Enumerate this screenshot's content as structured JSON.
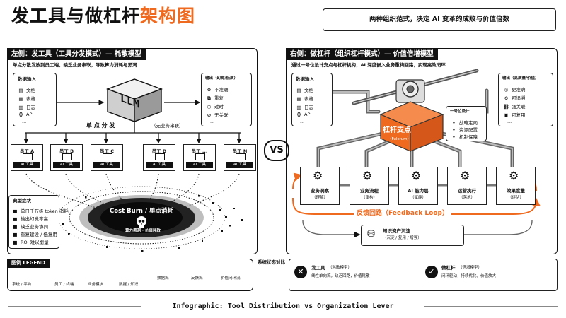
{
  "header": {
    "title_prefix": "发工具与做杠杆",
    "title_highlight": "架构图",
    "subtitle": "两种组织范式，决定 AI 变革的成败与价值倍数"
  },
  "left": {
    "header": "左侧：发工具（工具分发模式）— 耗散模型",
    "description": "单点分散发放到员工端，缺乏业务串联，导致算力消耗与黑洞",
    "input_title": "数据输入",
    "inputs": [
      "文档",
      "表格",
      "日志",
      "API"
    ],
    "input_more": "...",
    "llm_label": "LLM",
    "output_title": "输出（幻觉/低质）",
    "outputs": [
      "不准确",
      "重复",
      "过时",
      "无关联"
    ],
    "output_more": "...",
    "dispatch_label": "单 点 分 发",
    "dispatch_note": "（无业务串联）",
    "employees": [
      "员工 A",
      "员工 B",
      "员工 C",
      "员工 D",
      "员工 ...",
      "员工 N"
    ],
    "employee_tool": "AI 工具",
    "symptoms_title": "典型症状",
    "symptoms": [
      "单日千万级 token 消耗",
      "输出幻觉率高",
      "缺乏业务协同",
      "重复建设 / 低复用",
      "ROI 难以衡量"
    ],
    "blackhole_title": "Cost Burn / 单点消耗",
    "blackhole_sub": "算力黑洞 · 价值耗散"
  },
  "vs_label": "VS",
  "right": {
    "header": "右侧：做杠杆（组织杠杆模式）— 价值倍增模型",
    "description": "通过一号位设计支点与杠杆机构，AI 深度嵌入业务重构回路，实现高效闭环",
    "input_title": "数据输入",
    "inputs": [
      "文档",
      "表格",
      "日志",
      "API"
    ],
    "input_more": "...",
    "fulcrum_title": "杠杆支点",
    "fulcrum_sub": "（Fulcrum）",
    "design_title": "一号位设计",
    "design_items": [
      "战略定向",
      "资源配置",
      "机制保障"
    ],
    "output_title": "输出（高质量/价值）",
    "outputs": [
      "更准确",
      "可追溯",
      "强关联",
      "可复用"
    ],
    "output_more": "...",
    "modules": [
      {
        "name": "业务洞察",
        "sub": "（理解）"
      },
      {
        "name": "业务流程",
        "sub": "（重构）"
      },
      {
        "name": "AI 能力层",
        "sub": "（赋能）"
      },
      {
        "name": "运营执行",
        "sub": "（落地）"
      },
      {
        "name": "效果度量",
        "sub": "（评估）"
      }
    ],
    "feedback_label": "反馈回路（Feedback Loop）",
    "knowledge_title": "知识资产沉淀",
    "knowledge_sub": "（沉淀 / 复用 / 增强）"
  },
  "legend": {
    "title": "图例 LEGEND",
    "items": [
      "系统 / 平台",
      "员工 / 终端",
      "业务模块",
      "数据 / 知识",
      "数据流",
      "反馈流",
      "价值闭环流"
    ]
  },
  "status": {
    "title": "系统状态对比",
    "left_title": "发工具",
    "left_tag": "（耗散模型）",
    "left_lines": [
      "线性单向流，缺乏回路，价值耗散"
    ],
    "right_title": "做杠杆",
    "right_tag": "（倍增模型）",
    "right_lines": [
      "闭环驱动，持续优化，价值放大"
    ]
  },
  "footer": "Infographic: Tool Distribution vs Organization Lever",
  "colors": {
    "accent": "#ef6a1e",
    "ink": "#111111"
  }
}
